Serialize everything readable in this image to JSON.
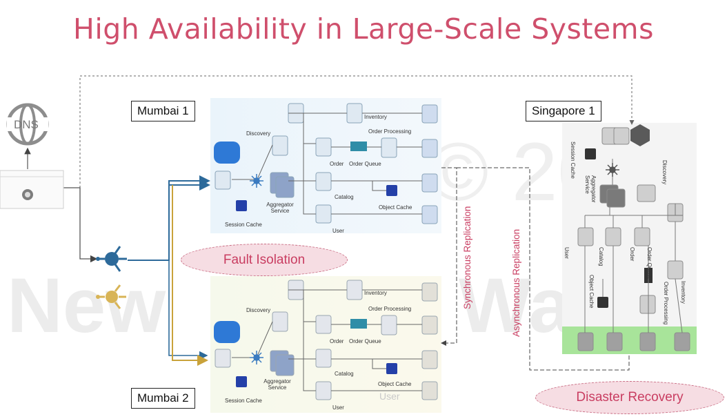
{
  "title": "High Availability in Large-Scale Systems",
  "dns_label": "DNS",
  "regions": {
    "mumbai1": "Mumbai 1",
    "mumbai2": "Mumbai 2",
    "singapore1": "Singapore 1"
  },
  "ovals": {
    "fault_isolation": "Fault Isolation",
    "disaster_recovery": "Disaster Recovery"
  },
  "replication": {
    "sync": "Synchronous Replication",
    "async": "Asynchronous Replication"
  },
  "services": {
    "discovery": "Discovery",
    "inventory": "Inventory",
    "order_processing": "Order Processing",
    "order": "Order",
    "order_queue": "Order Queue",
    "catalog": "Catalog",
    "object_cache": "Object Cache",
    "user": "User",
    "session_cache": "Session Cache",
    "aggregator_service": "Aggregator\nService"
  },
  "mumbai2_extra_user": "User",
  "colors": {
    "title": "#cf4f6c",
    "mumbai1_line": "#2d6a9a",
    "mumbai2_line": "#c9a23a",
    "oval_fill": "#f6dde3",
    "replication_text": "#c93d61",
    "singapore_db_band": "#a8e49a"
  }
}
